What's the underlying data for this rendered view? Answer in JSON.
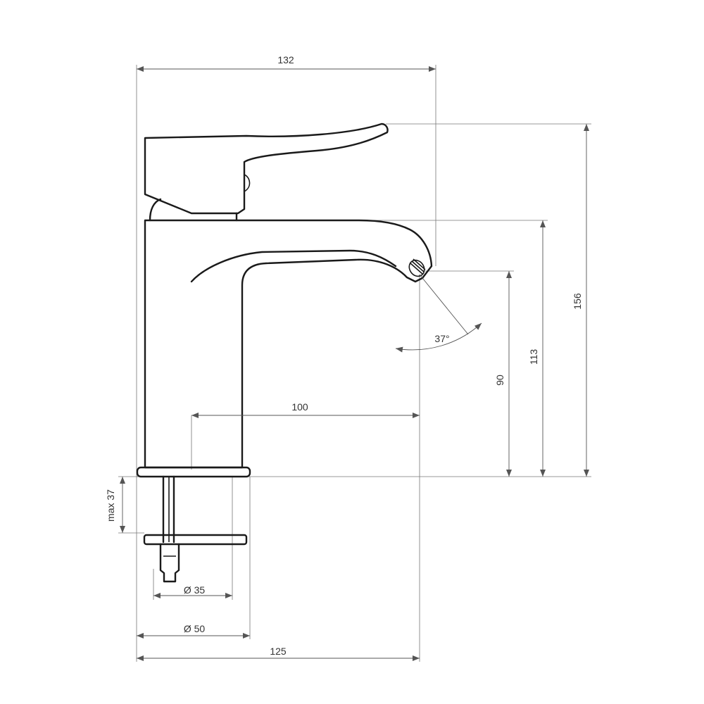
{
  "dimensions": {
    "overall_width": "132",
    "overall_height": "156",
    "spout_height": "113",
    "outlet_height": "90",
    "reach": "100",
    "angle": "37°",
    "max_thickness": "max 37",
    "dia_35": "Ø 35",
    "dia_50": "Ø 50",
    "base_depth": "125"
  },
  "colors": {
    "line": "#1a1a1a",
    "dimension": "#555555",
    "background": "#ffffff"
  }
}
